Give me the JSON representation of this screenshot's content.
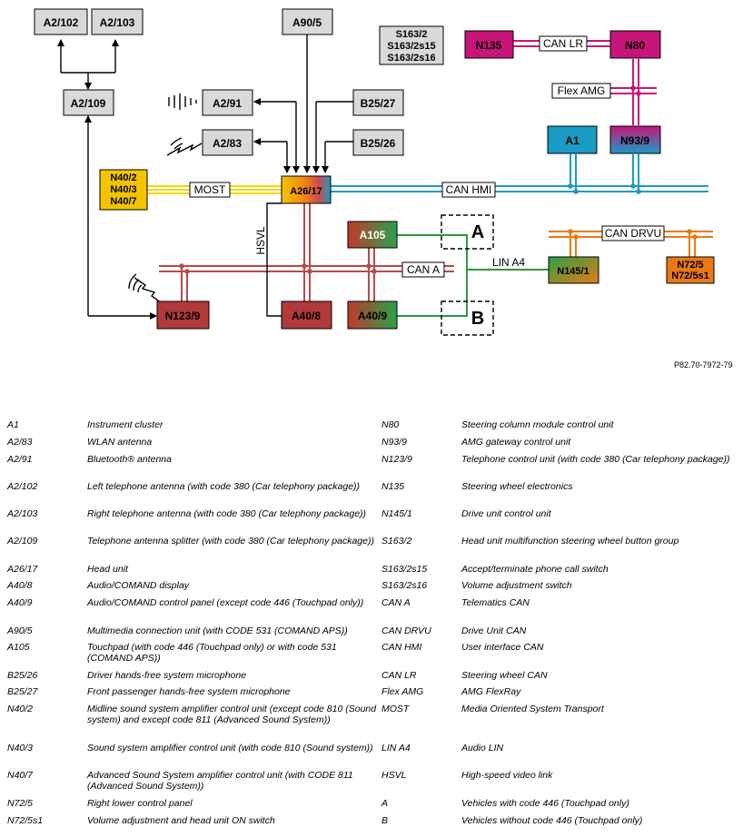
{
  "components": {
    "a2_102": "A2/102",
    "a2_103": "A2/103",
    "a2_109": "A2/109",
    "a90_5": "A90/5",
    "a2_91": "A2/91",
    "a2_83": "A2/83",
    "b25_27": "B25/27",
    "b25_26": "B25/26",
    "n40_2": "N40/2",
    "n40_3": "N40/3",
    "n40_7": "N40/7",
    "a26_17": "A26/17",
    "a105": "A105",
    "a40_8": "A40/8",
    "a40_9": "A40/9",
    "n123_9": "N123/9",
    "s163_2": "S163/2",
    "s163_2s15": "S163/2s15",
    "s163_2s16": "S163/2s16",
    "n135": "N135",
    "n80": "N80",
    "a1": "A1",
    "n93_9": "N93/9",
    "n145_1": "N145/1",
    "n72_5": "N72/5",
    "n72_5s1": "N72/5s1",
    "opt_a": "A",
    "opt_b": "B"
  },
  "buses": {
    "most": "MOST",
    "can_hmi": "CAN HMI",
    "can_a": "CAN A",
    "can_lr": "CAN LR",
    "flex_amg": "Flex AMG",
    "can_drvu": "CAN DRVU",
    "lin_a4": "LIN A4",
    "hsvl": "HSVL"
  },
  "colors": {
    "gray_box": "#d9d9d9",
    "most": "#f5d800",
    "can_hmi": "#1a9bc3",
    "can_a": "#b94a4a",
    "can_lr": "#c8157a",
    "can_drvu": "#e87a14",
    "lin": "#2d9a3a",
    "green_box": "#2aa14a"
  },
  "reference": "P82.70-7972-79",
  "legend": [
    {
      "code": "A1",
      "desc": "Instrument cluster",
      "code2": "N80",
      "desc2": "Steering column module control unit"
    },
    {
      "code": "A2/83",
      "desc": "WLAN antenna",
      "code2": "N93/9",
      "desc2": "AMG gateway control unit"
    },
    {
      "code": "A2/91",
      "desc": "Bluetooth® antenna",
      "code2": "N123/9",
      "desc2": "Telephone control unit (with code 380 (Car telephony package))"
    },
    {
      "code": "A2/102",
      "desc": "Left telephone antenna (with code 380 (Car telephony package))",
      "code2": "N135",
      "desc2": "Steering wheel electronics"
    },
    {
      "code": "A2/103",
      "desc": "Right telephone antenna (with code 380 (Car telephony package))",
      "code2": "N145/1",
      "desc2": "Drive unit control unit"
    },
    {
      "code": "A2/109",
      "desc": "Telephone antenna splitter (with code 380 (Car telephony package))",
      "code2": "S163/2",
      "desc2": "Head unit multifunction steering wheel button group"
    },
    {
      "code": "A26/17",
      "desc": "Head unit",
      "code2": "S163/2s15",
      "desc2": "Accept/terminate phone call switch"
    },
    {
      "code": "A40/8",
      "desc": "Audio/COMAND display",
      "code2": "S163/2s16",
      "desc2": "Volume adjustment switch"
    },
    {
      "code": "A40/9",
      "desc": "Audio/COMAND control panel (except code 446 (Touchpad only))",
      "code2": "CAN A",
      "desc2": "Telematics CAN"
    },
    {
      "code": "A90/5",
      "desc": "Multimedia connection unit (with CODE 531 (COMAND APS))",
      "code2": "CAN DRVU",
      "desc2": "Drive Unit CAN"
    },
    {
      "code": "A105",
      "desc": "Touchpad (with code 446 (Touchpad only) or with code 531 (COMAND APS))",
      "code2": "CAN HMI",
      "desc2": "User interface CAN"
    },
    {
      "code": "B25/26",
      "desc": "Driver hands-free system microphone",
      "code2": "CAN LR",
      "desc2": "Steering wheel CAN"
    },
    {
      "code": "B25/27",
      "desc": "Front passenger hands-free system microphone",
      "code2": "Flex AMG",
      "desc2": "AMG FlexRay"
    },
    {
      "code": "N40/2",
      "desc": "Midline sound system amplifier control unit (except code 810 (Sound system) and except code 811 (Advanced Sound System))",
      "code2": "MOST",
      "desc2": "Media Oriented System Transport"
    },
    {
      "code": "N40/3",
      "desc": "Sound system amplifier control unit (with code 810 (Sound system))",
      "code2": "LIN A4",
      "desc2": "Audio LIN"
    },
    {
      "code": "N40/7",
      "desc": "Advanced Sound System amplifier control unit (with CODE 811 (Advanced Sound System))",
      "code2": "HSVL",
      "desc2": "High-speed video link"
    },
    {
      "code": "N72/5",
      "desc": "Right lower control panel",
      "code2": "A",
      "desc2": "Vehicles with code 446 (Touchpad only)"
    },
    {
      "code": "N72/5s1",
      "desc": "Volume adjustment and head unit ON switch",
      "code2": "B",
      "desc2": "Vehicles without code 446 (Touchpad only)"
    }
  ]
}
